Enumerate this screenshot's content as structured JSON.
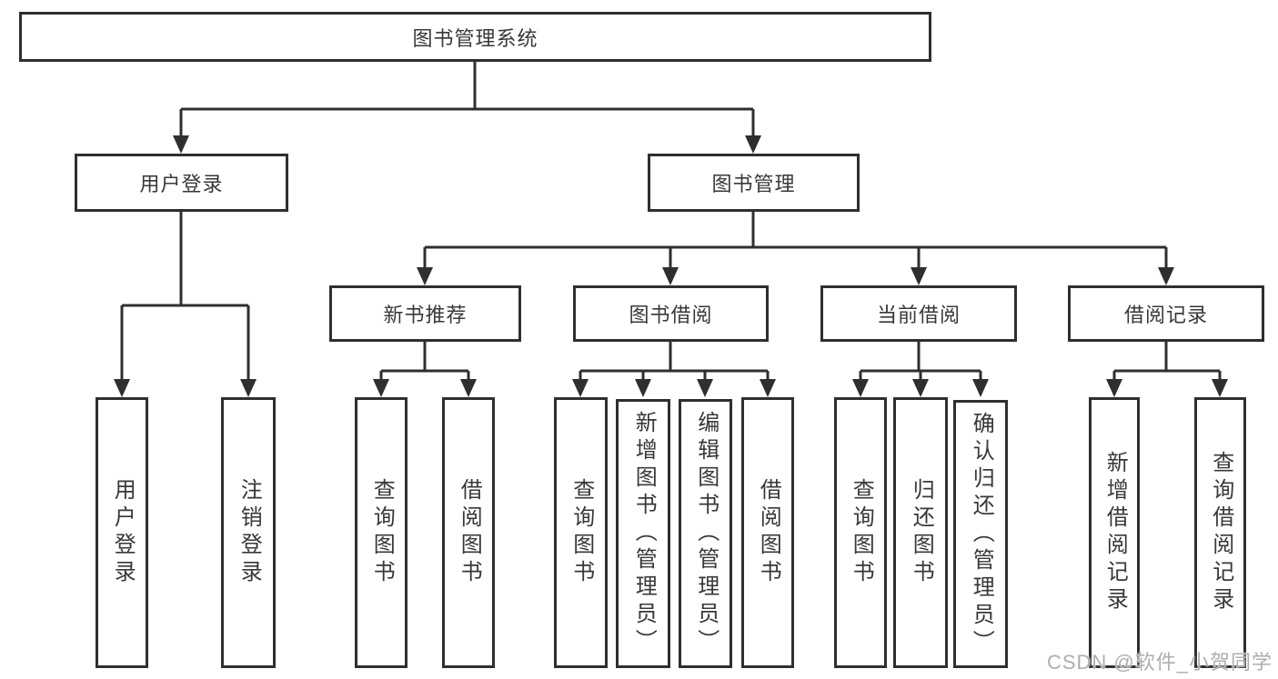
{
  "tree": {
    "root": "图书管理系统",
    "branches": [
      {
        "label": "用户登录",
        "leaves": [
          "用户登录",
          "注销登录"
        ]
      },
      {
        "label": "图书管理",
        "groups": [
          {
            "label": "新书推荐",
            "leaves": [
              "查询图书",
              "借阅图书"
            ]
          },
          {
            "label": "图书借阅",
            "leaves": [
              "查询图书",
              "新增图书（管理员）",
              "编辑图书（管理员）",
              "借阅图书"
            ]
          },
          {
            "label": "当前借阅",
            "leaves": [
              "查询图书",
              "归还图书",
              "确认归还（管理员）"
            ]
          },
          {
            "label": "借阅记录",
            "leaves": [
              "新增借阅记录",
              "查询借阅记录"
            ]
          }
        ]
      }
    ]
  },
  "watermark": "CSDN @软件_小贺同学",
  "colors": {
    "line": "#2f2f2f",
    "box_border": "#2f2f2f",
    "text": "#383838",
    "watermark": "#aeaeae",
    "background": "#ffffff"
  }
}
